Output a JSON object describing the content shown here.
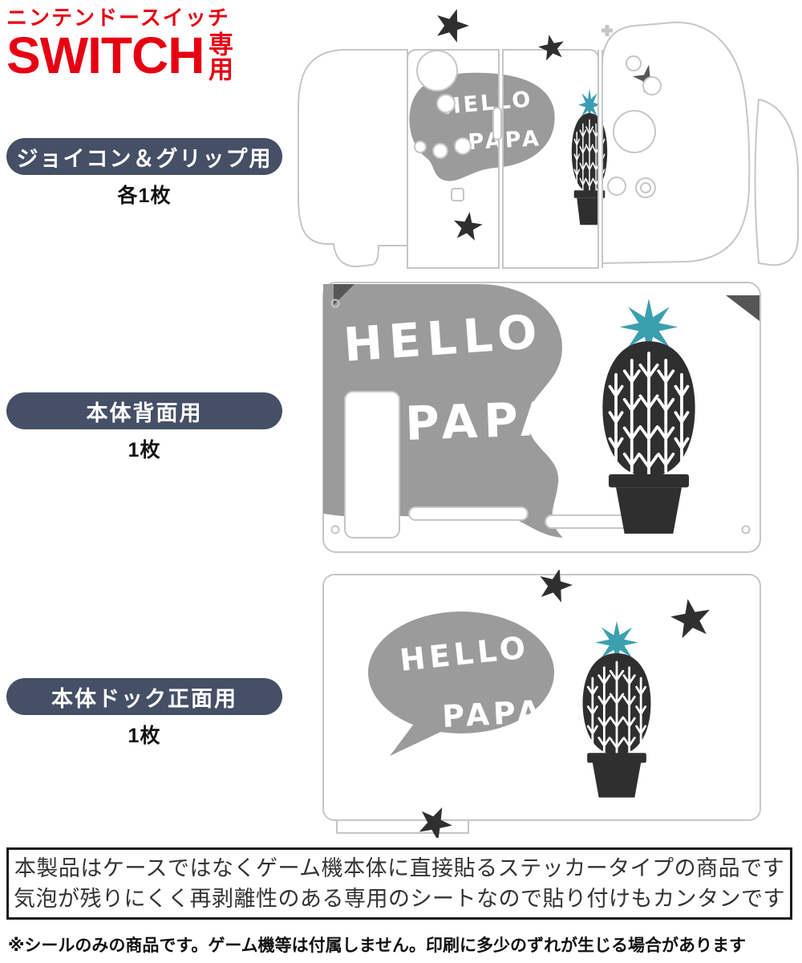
{
  "header": {
    "brand_line": "ニンテンドースイッチ",
    "title": "SWITCH",
    "title_suffix": "専用"
  },
  "sections": [
    {
      "label": "ジョイコン＆グリップ用",
      "count": "各1枚"
    },
    {
      "label": "本体背面用",
      "count": "1枚"
    },
    {
      "label": "本体ドック正面用",
      "count": "1枚"
    }
  ],
  "design": {
    "hello": "HELLO",
    "papa": "PAPA"
  },
  "notice": {
    "line1": "本製品はケースではなくゲーム機本体に直接貼るステッカータイプの商品です",
    "line2": "気泡が残りにくく再剥離性のある専用のシートなので貼り付けもカンタンです"
  },
  "footnote": "※シールのみの商品です。ゲーム機等は付属しません。印刷に多少のずれが生じる場合があります",
  "colors": {
    "red": "#e60012",
    "navy": "#454f66",
    "blob": "#9b9b9b",
    "teal": "#3aa0b0",
    "ink": "#2f2f2f",
    "outline": "#c6c6c6"
  }
}
